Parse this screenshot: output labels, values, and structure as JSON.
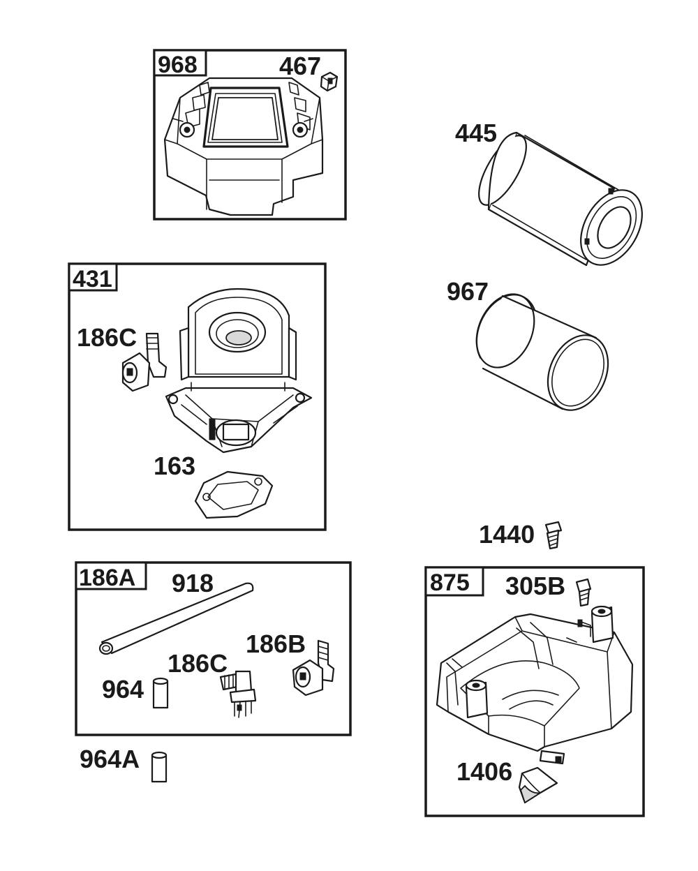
{
  "diagram": {
    "boxes": [
      {
        "id": "968",
        "label": "968"
      },
      {
        "id": "431",
        "label": "431"
      },
      {
        "id": "186A",
        "label": "186A"
      },
      {
        "id": "875",
        "label": "875"
      }
    ],
    "callouts": {
      "p467": "467",
      "p445": "445",
      "p967": "967",
      "p186C_a": "186C",
      "p163": "163",
      "p918": "918",
      "p186B": "186B",
      "p186C_b": "186C",
      "p964": "964",
      "p964A": "964A",
      "p1440": "1440",
      "p305B": "305B",
      "p1406": "1406"
    },
    "parts": [
      {
        "number": "968",
        "icon": "air-cleaner-cover-icon"
      },
      {
        "number": "467",
        "icon": "knob-icon"
      },
      {
        "number": "445",
        "icon": "air-filter-cartridge-icon"
      },
      {
        "number": "967",
        "icon": "pre-cleaner-sleeve-icon"
      },
      {
        "number": "431",
        "icon": "air-cleaner-housing-icon"
      },
      {
        "number": "186C",
        "icon": "elbow-fitting-icon"
      },
      {
        "number": "163",
        "icon": "gasket-icon"
      },
      {
        "number": "918",
        "icon": "hose-icon"
      },
      {
        "number": "186B",
        "icon": "elbow-fitting-icon"
      },
      {
        "number": "964",
        "icon": "sleeve-icon"
      },
      {
        "number": "964A",
        "icon": "sleeve-icon"
      },
      {
        "number": "1440",
        "icon": "bolt-icon"
      },
      {
        "number": "875",
        "icon": "air-cleaner-base-icon"
      },
      {
        "number": "305B",
        "icon": "screw-icon"
      },
      {
        "number": "1406",
        "icon": "seal-icon"
      }
    ]
  }
}
